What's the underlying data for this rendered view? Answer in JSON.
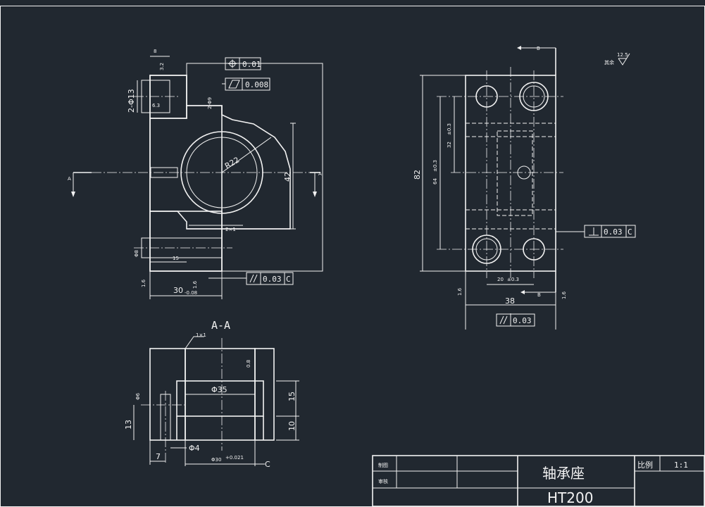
{
  "drawing": {
    "part_name": "轴承座",
    "material": "HT200",
    "scale_label": "比例",
    "scale_value": "1:1",
    "drawn_by_label": "制图",
    "checked_by_label": "审核",
    "section_title": "A-A",
    "section_marker": "A",
    "view_marker": "B"
  },
  "tolerances": {
    "position": "0.01",
    "flatness": "0.008",
    "parallel_left": "0.03",
    "datum_c": "C",
    "perpendicular": "0.03",
    "parallel_bottom": "0.03"
  },
  "dims": {
    "hole_count": "2-Φ13",
    "pin_holes": "2-Φ9",
    "radius": "R22",
    "height_42": "42",
    "chamfer": "2×1",
    "chamfer_top": "1×1",
    "bore_8": "Φ8",
    "depth_15": "15",
    "width_30": "30",
    "overall_82": "82",
    "dim_64": "64",
    "dim_32": "32",
    "dim_20": "20",
    "dim_38": "38",
    "pm_03": "±0.3",
    "d35": "Φ35",
    "d6": "Φ6",
    "d4": "Φ4",
    "d30": "Φ30",
    "h13": "13",
    "h15": "15",
    "h10": "10",
    "w7": "7",
    "tol_30": "-0.08",
    "tol_d30": "+0.021",
    "roughness_6_3": "6.3",
    "roughness_1_6": "1.6",
    "roughness_3_2": "3.2",
    "roughness_12_5": "12.5",
    "rest_label": "其余",
    "dim_8": "8",
    "chamfer_08": "0.8"
  }
}
